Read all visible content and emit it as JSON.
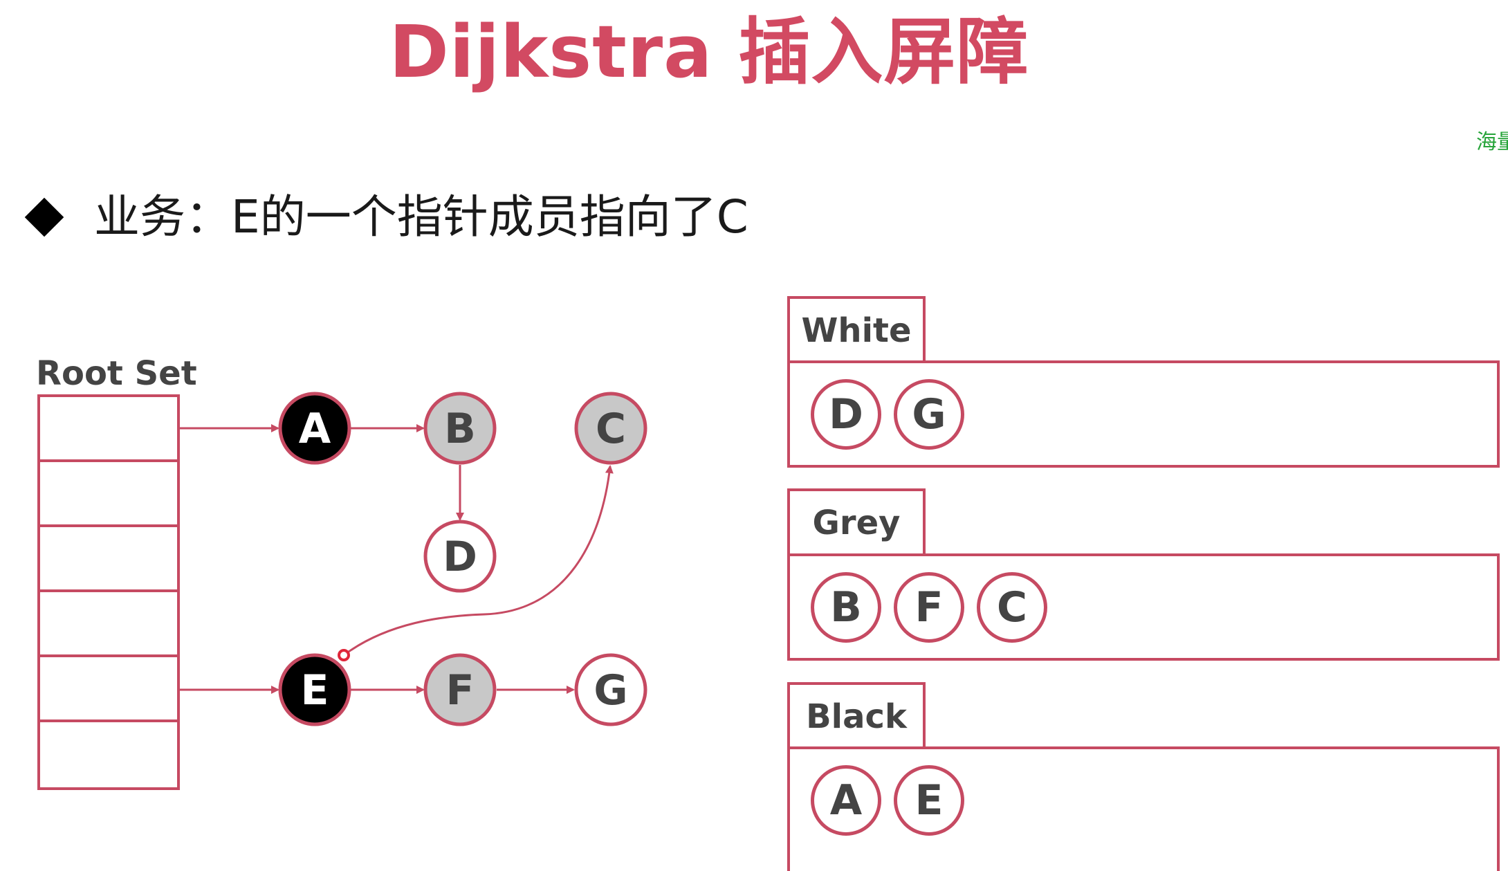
{
  "title": "Dijkstra 插入屏障",
  "watermark": "海量",
  "bullet": {
    "text": "业务：E的一个指针成员指向了C"
  },
  "root_set": {
    "label": "Root Set",
    "slots": 6
  },
  "graph": {
    "nodes": [
      {
        "id": "A",
        "color": "black"
      },
      {
        "id": "B",
        "color": "grey"
      },
      {
        "id": "C",
        "color": "grey"
      },
      {
        "id": "D",
        "color": "white"
      },
      {
        "id": "E",
        "color": "black"
      },
      {
        "id": "F",
        "color": "grey"
      },
      {
        "id": "G",
        "color": "white"
      }
    ],
    "edges": [
      {
        "from": "root-0",
        "to": "A"
      },
      {
        "from": "A",
        "to": "B"
      },
      {
        "from": "B",
        "to": "D"
      },
      {
        "from": "root-4",
        "to": "E"
      },
      {
        "from": "E",
        "to": "F"
      },
      {
        "from": "F",
        "to": "G"
      },
      {
        "from": "E",
        "to": "C"
      }
    ]
  },
  "sets": {
    "white": {
      "label": "White",
      "items": [
        "D",
        "G"
      ]
    },
    "grey": {
      "label": "Grey",
      "items": [
        "B",
        "F",
        "C"
      ]
    },
    "black": {
      "label": "Black",
      "items": [
        "A",
        "E"
      ]
    }
  },
  "colors": {
    "accent": "#d24a62",
    "border": "#c64a62",
    "node_grey": "#c8c8c8",
    "node_black": "#000000",
    "watermark": "#27a43a"
  }
}
